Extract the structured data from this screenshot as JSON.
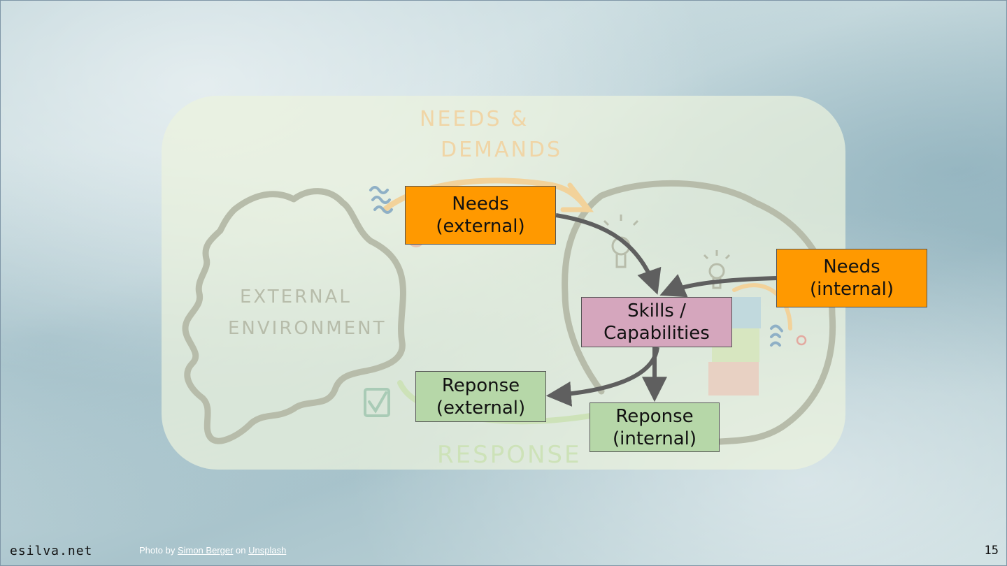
{
  "diagram": {
    "sketch_labels": {
      "needs_demands_line1": "NEEDS &",
      "needs_demands_line2": "DEMANDS",
      "external_env_line1": "EXTERNAL",
      "external_env_line2": "ENVIRONMENT",
      "response": "RESPONSE"
    },
    "nodes": {
      "needs_external": "Needs\n(external)",
      "needs_internal": "Needs\n(internal)",
      "skills": "Skills /\nCapabilities",
      "response_external": "Reponse\n(external)",
      "response_internal": "Reponse\n(internal)"
    },
    "colors": {
      "needs": "#ff9900",
      "skills": "#d5a6bd",
      "response": "#b6d7a8",
      "arrow": "#5f5f5f"
    }
  },
  "footer": {
    "site": "esilva.net",
    "credit_prefix": "Photo by ",
    "credit_author": "Simon Berger",
    "credit_middle": " on ",
    "credit_source": "Unsplash",
    "page_number": "15"
  }
}
